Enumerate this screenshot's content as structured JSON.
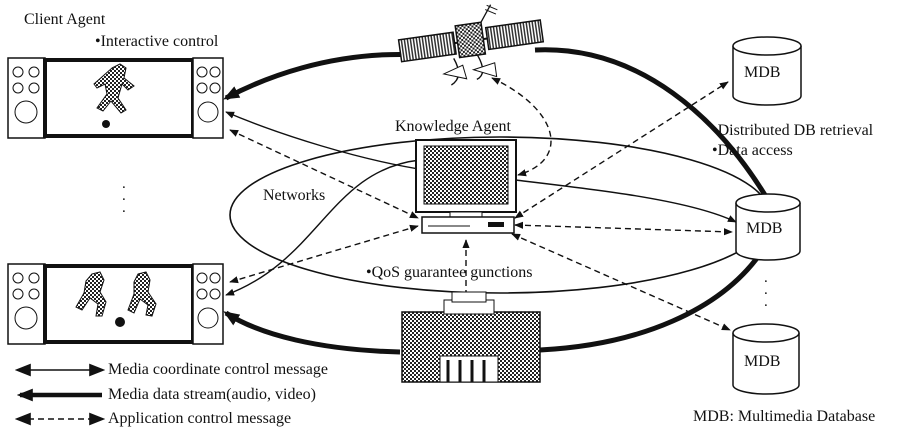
{
  "labels": {
    "client_agent": "Client Agent",
    "interactive_control": "•Interactive control",
    "knowledge_agent": "Knowledge Agent",
    "networks": "Networks",
    "qos": "•QoS guarantee gunctions",
    "distributed_db": "•Distributed DB retrieval",
    "data_access": "•Data access",
    "mdb_top": "MDB",
    "mdb_mid": "MDB",
    "mdb_bottom": "MDB",
    "mdb_footer": "MDB: Multimedia Database",
    "ellipsis_left": ".\n.\n.",
    "ellipsis_right": ".\n.\n."
  },
  "legend": [
    {
      "style": "thin-solid-double-arrow",
      "label": "Media coordinate control message"
    },
    {
      "style": "thick-solid-arrow",
      "label": "Media data stream(audio, video)"
    },
    {
      "style": "dashed-double-arrow",
      "label": "Application control message"
    }
  ],
  "icons": {
    "client_screen_top": "soccer-player-screen-icon",
    "client_screen_bottom": "soccer-match-screen-icon",
    "satellite": "satellite-icon",
    "knowledge_computer": "computer-monitor-icon",
    "building": "server-building-icon",
    "database": "database-cylinder-icon"
  },
  "colors": {
    "ink": "#111111",
    "background": "#ffffff"
  }
}
